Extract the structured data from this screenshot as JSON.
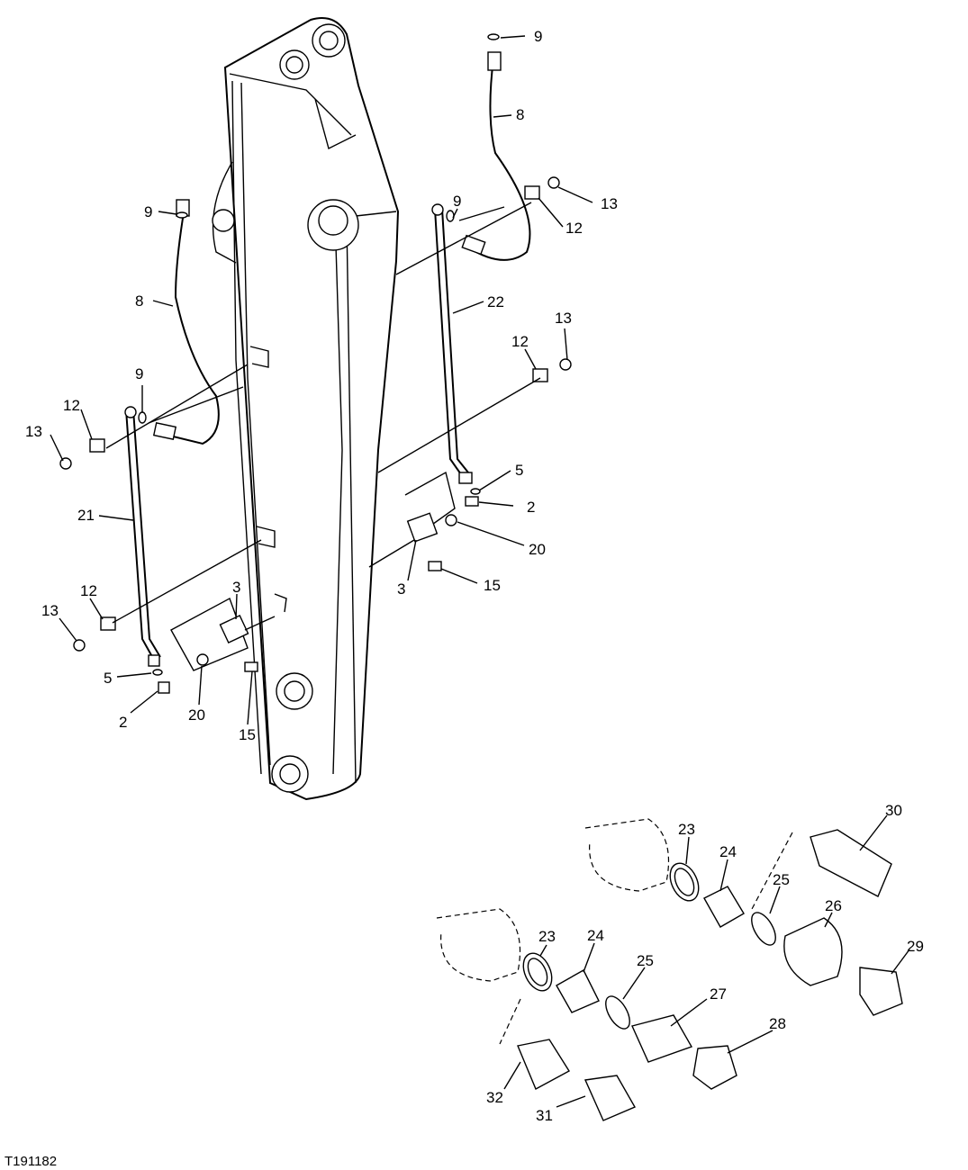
{
  "figure_ref": "T191182",
  "callouts": [
    {
      "id": "c1",
      "text": "9"
    },
    {
      "id": "c2",
      "text": "8"
    },
    {
      "id": "c3",
      "text": "13"
    },
    {
      "id": "c4",
      "text": "12"
    },
    {
      "id": "c5",
      "text": "9"
    },
    {
      "id": "c6",
      "text": "22"
    },
    {
      "id": "c7",
      "text": "13"
    },
    {
      "id": "c8",
      "text": "12"
    },
    {
      "id": "c9",
      "text": "5"
    },
    {
      "id": "c10",
      "text": "2"
    },
    {
      "id": "c11",
      "text": "20"
    },
    {
      "id": "c12",
      "text": "3"
    },
    {
      "id": "c13",
      "text": "15"
    },
    {
      "id": "c14",
      "text": "9"
    },
    {
      "id": "c15",
      "text": "8"
    },
    {
      "id": "c16",
      "text": "9"
    },
    {
      "id": "c17",
      "text": "12"
    },
    {
      "id": "c18",
      "text": "13"
    },
    {
      "id": "c19",
      "text": "21"
    },
    {
      "id": "c20",
      "text": "12"
    },
    {
      "id": "c21",
      "text": "13"
    },
    {
      "id": "c22",
      "text": "3"
    },
    {
      "id": "c23",
      "text": "5"
    },
    {
      "id": "c24",
      "text": "2"
    },
    {
      "id": "c25",
      "text": "20"
    },
    {
      "id": "c26",
      "text": "15"
    },
    {
      "id": "c27",
      "text": "30"
    },
    {
      "id": "c28",
      "text": "23"
    },
    {
      "id": "c29",
      "text": "24"
    },
    {
      "id": "c30",
      "text": "25"
    },
    {
      "id": "c31",
      "text": "26"
    },
    {
      "id": "c32",
      "text": "29"
    },
    {
      "id": "c33",
      "text": "23"
    },
    {
      "id": "c34",
      "text": "24"
    },
    {
      "id": "c35",
      "text": "25"
    },
    {
      "id": "c36",
      "text": "27"
    },
    {
      "id": "c37",
      "text": "28"
    },
    {
      "id": "c38",
      "text": "32"
    },
    {
      "id": "c39",
      "text": "31"
    }
  ]
}
